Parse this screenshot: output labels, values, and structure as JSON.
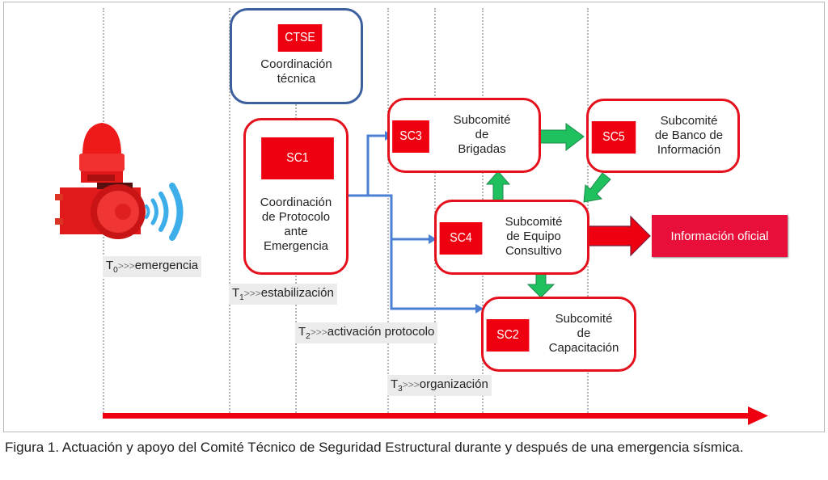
{
  "colors": {
    "red": "#ee0010",
    "red_border": "#e4101c",
    "blue_border": "#3c5f9e",
    "connector_blue": "#4a7fd4",
    "green_arrow": "#1fc15e",
    "info_red": "#e8103a",
    "label_bg": "#ebebeb"
  },
  "nodes": {
    "ctse": {
      "tag": "CTSE",
      "text": "Coordinación\ntécnica"
    },
    "sc1": {
      "tag": "SC1",
      "text": "Coordinación\nde Protocolo\nante\nEmergencia"
    },
    "sc3": {
      "tag": "SC3",
      "text": "Subcomité\nde\nBrigadas"
    },
    "sc5": {
      "tag": "SC5",
      "text": "Subcomité\nde Banco de\nInformación"
    },
    "sc4": {
      "tag": "SC4",
      "text": "Subcomité\nde Equipo\nConsultivo"
    },
    "sc2": {
      "tag": "SC2",
      "text": "Subcomité\nde\nCapacitación"
    },
    "info": {
      "text": "Información oficial"
    }
  },
  "time_labels": [
    {
      "t": "T",
      "sub": "0",
      "sep": ">>>",
      "label": "emergencia"
    },
    {
      "t": "T",
      "sub": "1",
      "sep": ">>>",
      "label": "estabilización"
    },
    {
      "t": "T",
      "sub": "2",
      "sep": ">>>",
      "label": "activación protocolo"
    },
    {
      "t": "T",
      "sub": "3",
      "sep": ">>>",
      "label": "organización"
    }
  ],
  "icons": {
    "siren": "alarm-siren",
    "waves": "sound-waves"
  },
  "caption": "Figura 1. Actuación y apoyo del Comité Técnico de Seguridad Estructural durante y después de una emergencia sísmica."
}
